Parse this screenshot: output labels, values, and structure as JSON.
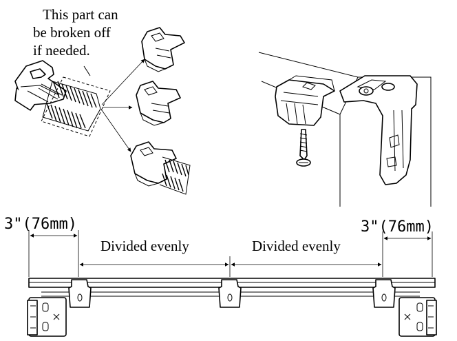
{
  "note": {
    "line1": "This part can",
    "line2": "be broken off",
    "line3": "if needed."
  },
  "dimensions": {
    "left_margin": "3\"(76mm)",
    "right_margin": "3\"(76mm)",
    "span_left": "Divided evenly",
    "span_right": "Divided evenly"
  }
}
